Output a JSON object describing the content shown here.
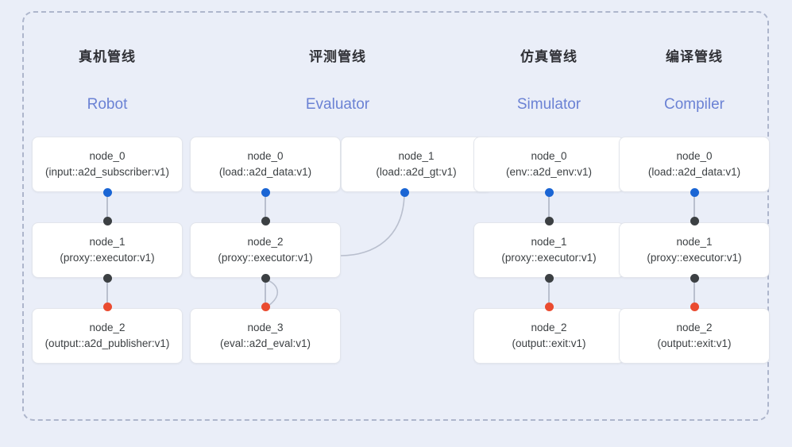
{
  "frame": {
    "background_color": "#eaeef8",
    "border_style": "dashed",
    "border_color": "#aeb6cc"
  },
  "palette": {
    "port_source": "#1a65d4",
    "port_middle": "#3c4043",
    "port_terminal": "#ea4b30",
    "edge": "#b9bfce",
    "title_cn": "#303136",
    "title_en": "#6b82d4",
    "node_bg": "#ffffff"
  },
  "groups": [
    {
      "title_cn": "真机管线",
      "title_en": "Robot",
      "nodes": [
        {
          "id": "node_0",
          "type": "(input::a2d_subscriber:v1)"
        },
        {
          "id": "node_1",
          "type": "(proxy::executor:v1)"
        },
        {
          "id": "node_2",
          "type": "(output::a2d_publisher:v1)"
        }
      ]
    },
    {
      "title_cn": "评测管线",
      "title_en": "Evaluator",
      "nodes": [
        {
          "id": "node_0",
          "type": "(load::a2d_data:v1)"
        },
        {
          "id": "node_1",
          "type": "(load::a2d_gt:v1)"
        },
        {
          "id": "node_2",
          "type": "(proxy::executor:v1)"
        },
        {
          "id": "node_3",
          "type": "(eval::a2d_eval:v1)"
        }
      ]
    },
    {
      "title_cn": "仿真管线",
      "title_en": "Simulator",
      "nodes": [
        {
          "id": "node_0",
          "type": "(env::a2d_env:v1)"
        },
        {
          "id": "node_1",
          "type": "(proxy::executor:v1)"
        },
        {
          "id": "node_2",
          "type": "(output::exit:v1)"
        }
      ]
    },
    {
      "title_cn": "编译管线",
      "title_en": "Compiler",
      "nodes": [
        {
          "id": "node_0",
          "type": "(load::a2d_data:v1)"
        },
        {
          "id": "node_1",
          "type": "(proxy::executor:v1)"
        },
        {
          "id": "node_2",
          "type": "(output::exit:v1)"
        }
      ]
    }
  ]
}
